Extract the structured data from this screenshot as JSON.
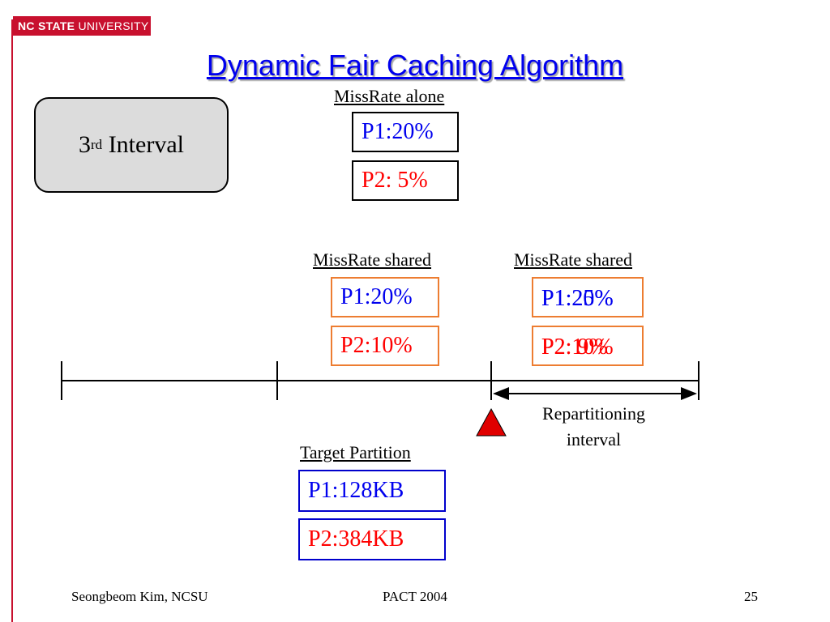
{
  "header": {
    "logo_bold": "NC STATE",
    "logo_light": " UNIVERSITY",
    "title": "Dynamic Fair Caching Algorithm"
  },
  "interval": {
    "number": "3",
    "suffix": "rd",
    "label": " Interval"
  },
  "alone": {
    "label": "MissRate alone",
    "p1": "P1:20%",
    "p2": "P2: 5%"
  },
  "shared1": {
    "label": "MissRate shared",
    "p1": "P1:20%",
    "p2": "P2:10%"
  },
  "shared2": {
    "label": "MissRate shared",
    "p1_prev": "P1:20%",
    "p1_new": "P1:25%",
    "p2_prev": "P2:10%",
    "p2_new": "P2: 9%"
  },
  "repartition": {
    "line1": "Repartitioning",
    "line2": "interval"
  },
  "target": {
    "label": "Target Partition",
    "p1": "P1:128KB",
    "p2": "P2:384KB"
  },
  "footer": {
    "author": "Seongbeom Kim, NCSU",
    "venue": "PACT 2004",
    "page": "25"
  },
  "colors": {
    "p1": "#0000ee",
    "p2": "#ff0000",
    "shared_border": "#ed7d31",
    "target_border": "#0000cc",
    "marker": "#e00000"
  }
}
